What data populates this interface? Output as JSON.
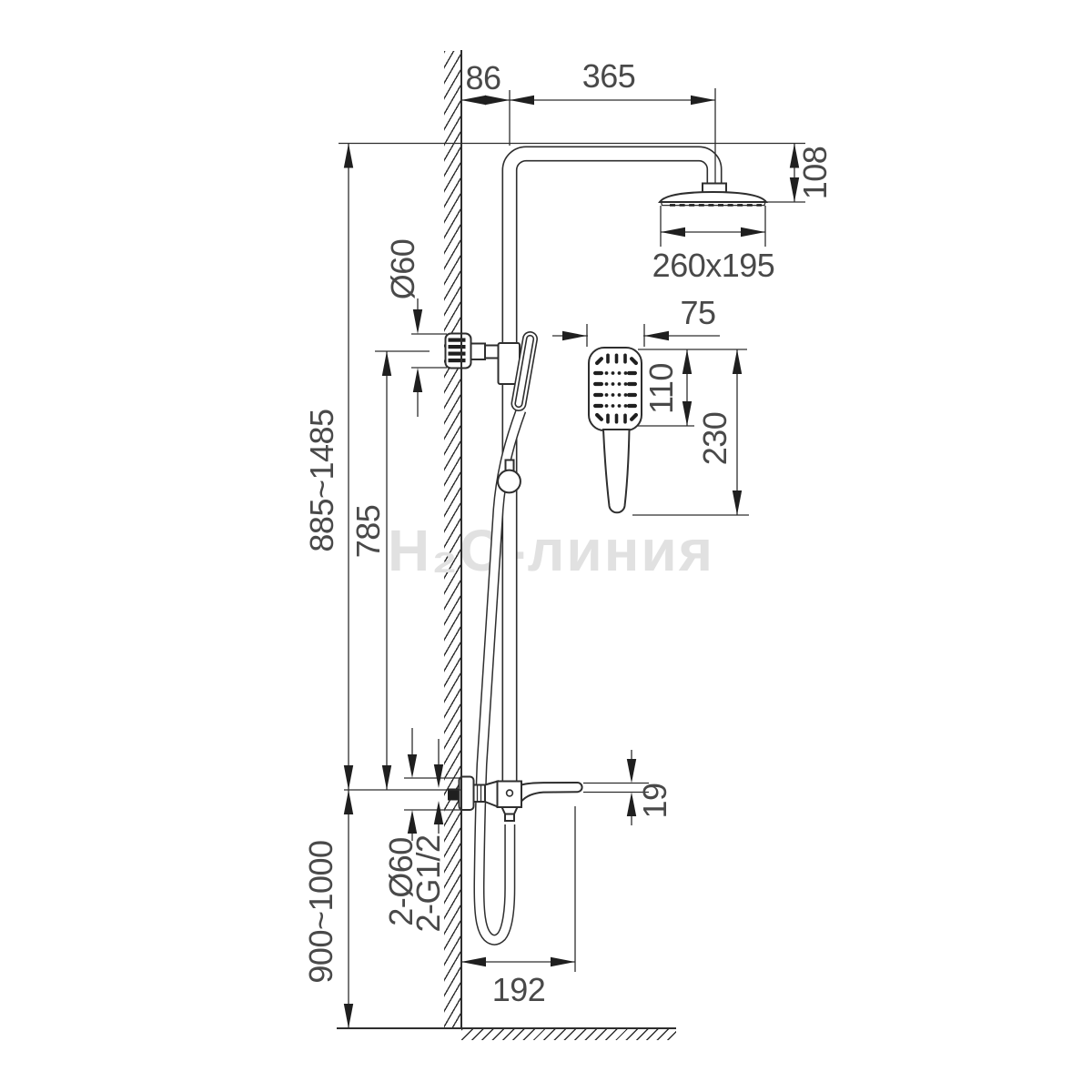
{
  "drawing": {
    "watermark": "H₂O-линия",
    "dimensions": {
      "wall_to_bar": "86",
      "arm_reach": "365",
      "head_drop": "108",
      "head_size": "260x195",
      "holder_diameter": "Ø60",
      "hand_shower_width": "75",
      "hand_shower_face": "110",
      "hand_shower_length": "230",
      "bar_height_range": "885~1485",
      "bar_length": "785",
      "spout_thickness": "19",
      "wall_escutcheon": "2-Ø60",
      "wall_connection": "2-G1/2",
      "install_height": "900~1000",
      "spout_reach": "192"
    }
  }
}
